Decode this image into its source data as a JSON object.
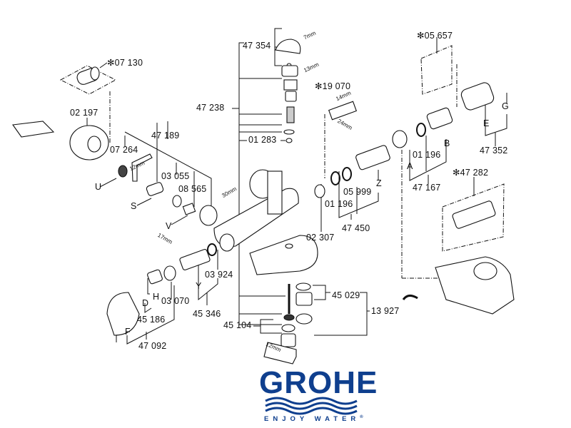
{
  "diagram": {
    "brand": {
      "name": "GROHE",
      "tagline": "ENJOY WATER",
      "registered": "®",
      "color": "#0f3f8e"
    },
    "part_numbers": {
      "p07130": "✻07 130",
      "p02197": "02 197",
      "p47189": "47 189",
      "p07264": "07 264",
      "p03055": "03 055",
      "p08565": "08 565",
      "p47354": "47 354",
      "p47238": "47 238",
      "p01283": "01 283",
      "p19070": "✻19 070",
      "p05657": "✻05 657",
      "p47352": "47 352",
      "p01196a": "01 196",
      "p47167": "47 167",
      "p47282": "✻47 282",
      "p05999": "05 999",
      "p01196b": "01 196",
      "p47450": "47 450",
      "p02307": "02 307",
      "p03924": "03 924",
      "p03070": "03 070",
      "p45346": "45 346",
      "p45186": "45 186",
      "p47092": "47 092",
      "p45029": "45 029",
      "p13927": "13 927",
      "p45104": "45 104"
    },
    "letters": {
      "U": "U",
      "S": "S",
      "V": "V",
      "G": "G",
      "E": "E",
      "B": "B",
      "A": "A",
      "Z": "Z",
      "Y": "Y",
      "H": "H",
      "D": "D",
      "F": "F"
    },
    "tools": {
      "t7": "7mm",
      "t13": "13mm",
      "t14": "14mm",
      "t24": "24mm",
      "t30": "30mm",
      "t12a": "12mm",
      "t17": "17mm",
      "t12b": "12mm"
    }
  }
}
